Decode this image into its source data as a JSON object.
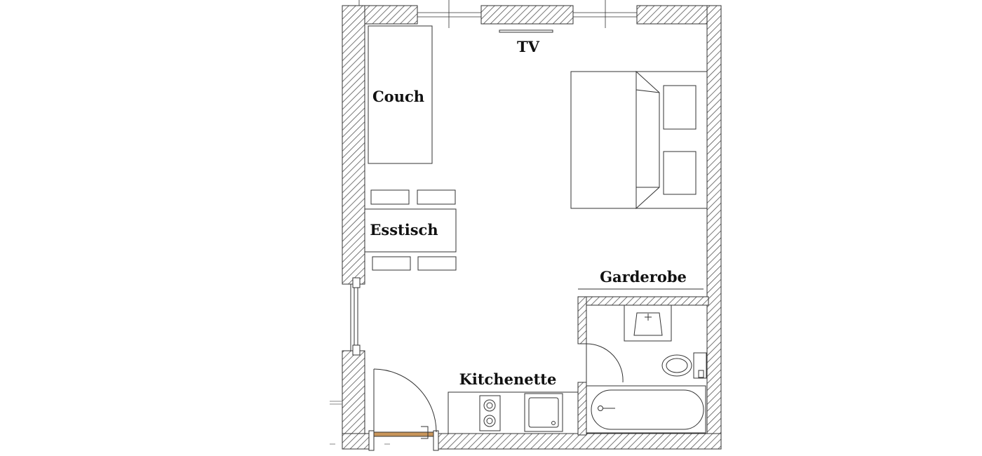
{
  "plan": {
    "labels": {
      "tv": "TV",
      "couch": "Couch",
      "dining_table": "Esstisch",
      "wardrobe": "Garderobe",
      "kitchenette": "Kitchenette"
    },
    "colors": {
      "wall_hatch": "#555555",
      "wall_fill": "#ffffff",
      "line": "#333333",
      "door_sill": "#c8955a"
    }
  }
}
